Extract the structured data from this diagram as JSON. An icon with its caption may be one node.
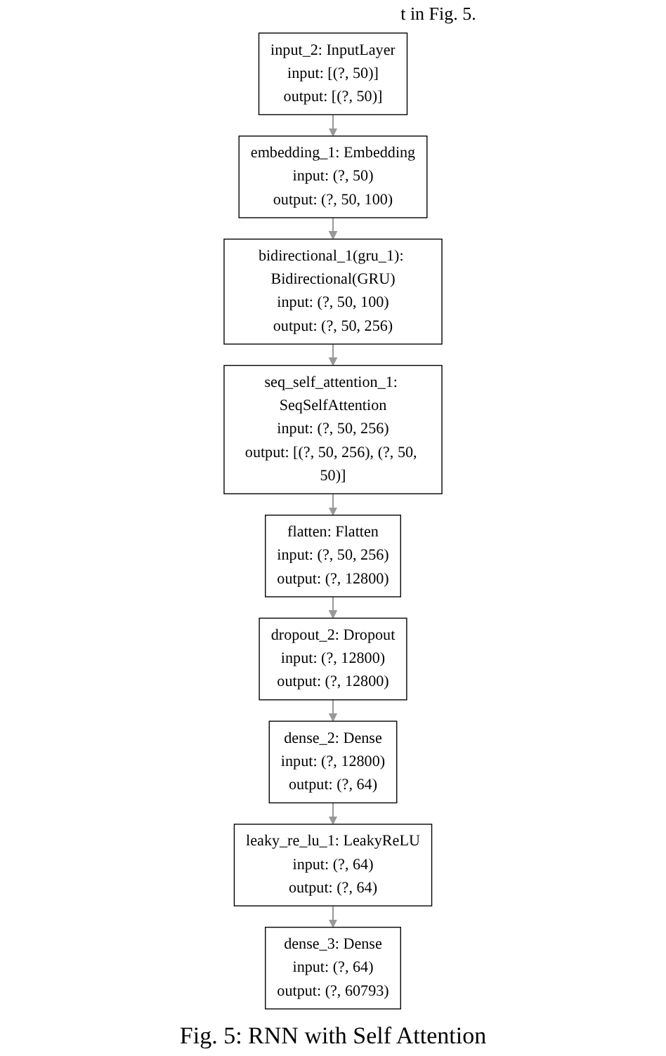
{
  "diagram": {
    "caption": "Fig. 5: RNN with Self Attention",
    "nodes": [
      {
        "text": [
          "input_2: InputLayer",
          "input:",
          "[(?, 50)]",
          "output:",
          "[(?, 50)]"
        ]
      },
      {
        "text": [
          "embedding_1: Embedding",
          "input:",
          "(?, 50)",
          "output:",
          "(?, 50, 100)"
        ]
      },
      {
        "text": [
          "bidirectional_1(gru_1): Bidirectional(GRU)",
          "input:",
          "(?, 50, 100)",
          "output:",
          "(?, 50, 256)"
        ]
      },
      {
        "text": [
          "seq_self_attention_1: SeqSelfAttention",
          "input:",
          "(?, 50, 256)",
          "output:",
          "[(?, 50, 256), (?, 50, 50)]"
        ]
      },
      {
        "text": [
          "flatten: Flatten",
          "input:",
          "(?, 50, 256)",
          "output:",
          "(?, 12800)"
        ]
      },
      {
        "text": [
          "dropout_2: Dropout",
          "input:",
          "(?, 12800)",
          "output:",
          "(?, 12800)"
        ]
      },
      {
        "text": [
          "dense_2: Dense",
          "input:",
          "(?, 12800)",
          "output:",
          "(?, 64)"
        ]
      },
      {
        "text": [
          "leaky_re_lu_1: LeakyReLU",
          "input:",
          "(?, 64)",
          "output:",
          "(?, 64)"
        ]
      },
      {
        "text": [
          "dense_3: Dense",
          "input:",
          "(?, 64)",
          "output:",
          "(?, 60793)"
        ]
      }
    ],
    "edges": [
      {
        "from": 0,
        "to": 1,
        "arrow": "to"
      },
      {
        "from": 1,
        "to": 2,
        "arrow": "to"
      },
      {
        "from": 2,
        "to": 3,
        "arrow": "to"
      },
      {
        "from": 3,
        "to": 4,
        "arrow": "to"
      },
      {
        "from": 4,
        "to": 5,
        "arrow": "to"
      },
      {
        "from": 5,
        "to": 6,
        "arrow": "to"
      },
      {
        "from": 6,
        "to": 7,
        "arrow": "to"
      },
      {
        "from": 7,
        "to": 8,
        "arrow": "to"
      }
    ],
    "labels": [
      "t in Fig. 5."
    ]
  }
}
